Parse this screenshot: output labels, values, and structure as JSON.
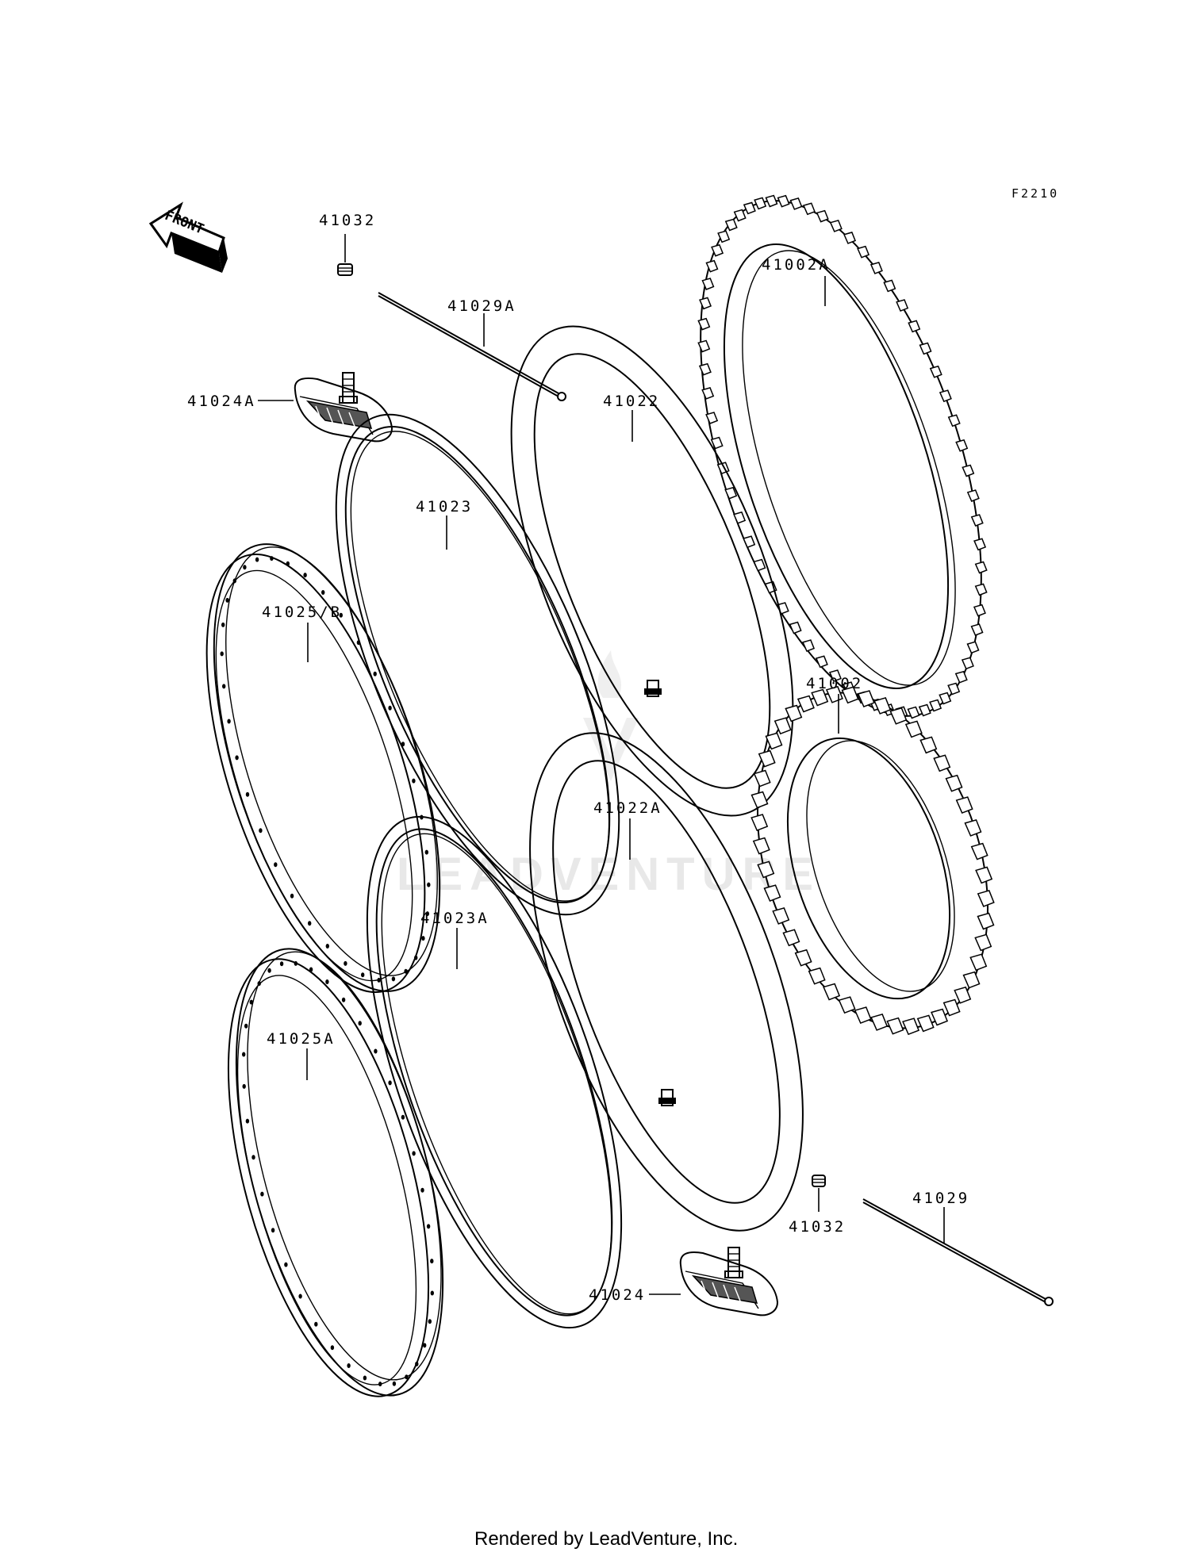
{
  "figure_code": "F2210",
  "front_arrow_label": "FRONT",
  "watermark": "LEADVENTURE",
  "footer": "Rendered by LeadVenture, Inc.",
  "labels": {
    "valve_cap_top": "41032",
    "spoke_set_a": "41029A",
    "rim_lock_a": "41024A",
    "tire_front": "41002A",
    "tube_front": "41022",
    "rim_band_front": "41023",
    "rim_front": "41025/B",
    "tire_rear": "41002",
    "tube_rear": "41022A",
    "rim_band_rear": "41023A",
    "rim_rear": "41025A",
    "spoke_set": "41029",
    "valve_cap_bottom": "41032",
    "rim_lock": "41024"
  }
}
